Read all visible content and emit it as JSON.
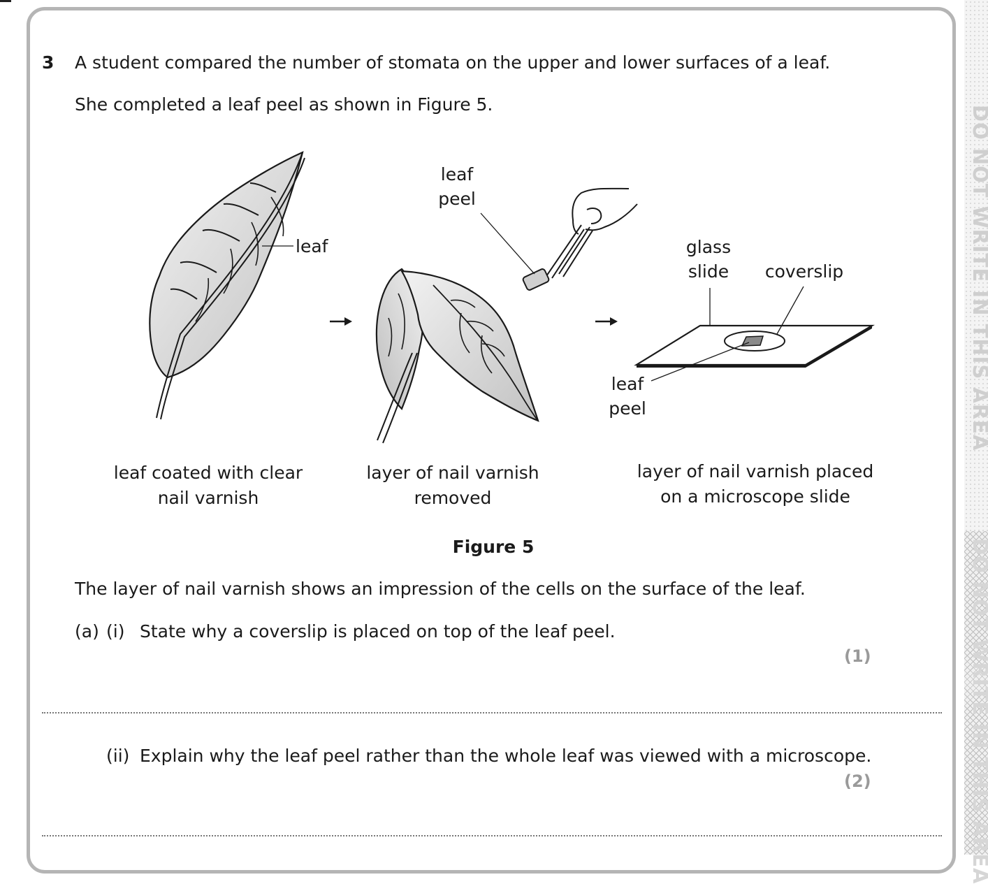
{
  "question": {
    "number": "3",
    "stem_line_1": "A student compared the number of stomata on the upper and lower surfaces of a leaf.",
    "stem_line_2": "She completed a leaf peel as shown in Figure 5."
  },
  "figure": {
    "title": "Figure 5",
    "labels": {
      "leaf": "leaf",
      "leaf_peel_top": [
        "leaf",
        "peel"
      ],
      "glass_slide": [
        "glass",
        "slide"
      ],
      "coverslip": "coverslip",
      "leaf_peel_bottom": [
        "leaf",
        "peel"
      ]
    },
    "captions": {
      "step1": [
        "leaf coated with clear",
        "nail varnish"
      ],
      "step2": [
        "layer of nail varnish",
        "removed"
      ],
      "step3": [
        "layer of nail varnish placed",
        "on a microscope slide"
      ]
    }
  },
  "body_text": "The layer of nail varnish shows an impression of the cells on the surface of the leaf.",
  "parts": {
    "a_label": "(a)",
    "i_label": "(i)",
    "i_question": "State why a coverslip is placed on top of the leaf peel.",
    "i_marks": "(1)",
    "ii_label": "(ii)",
    "ii_question": "Explain why the leaf peel rather than the whole leaf was viewed with a microscope.",
    "ii_marks": "(2)"
  },
  "margin": {
    "upper_text": "DO NOT WRITE IN THIS AREA",
    "lower_text": "DO NOT WRITE IN THIS AREA"
  },
  "colors": {
    "frame": "#b5b5b5",
    "marks": "#9a9a9a",
    "leaf_fill": "#d2d2d2"
  }
}
